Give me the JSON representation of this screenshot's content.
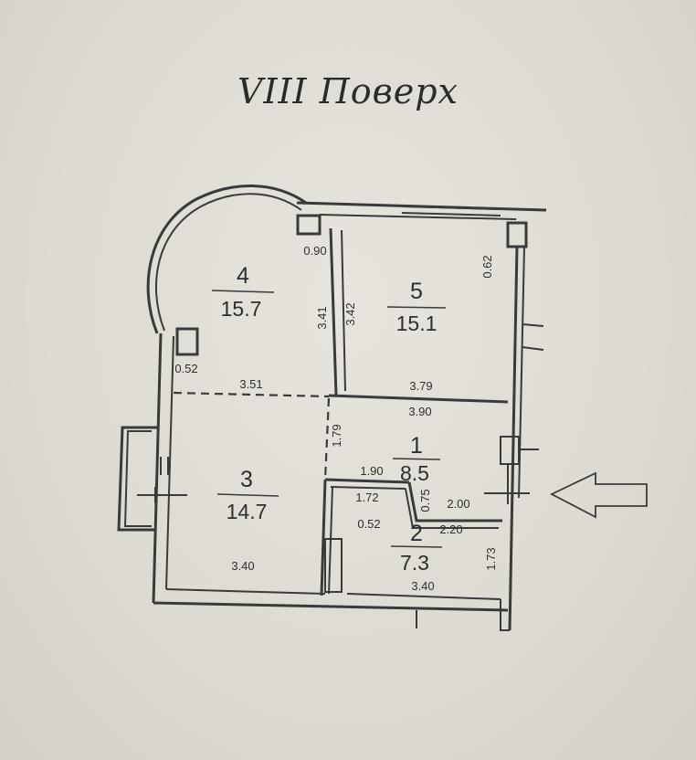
{
  "title": "VIII Поверх",
  "rooms": [
    {
      "number": "4",
      "area": "15.7"
    },
    {
      "number": "5",
      "area": "15.1"
    },
    {
      "number": "1",
      "area": "8.5"
    },
    {
      "number": "3",
      "area": "14.7"
    },
    {
      "number": "2",
      "area": "7.3"
    }
  ],
  "dimensions": {
    "d090": "0.90",
    "d062": "0.62",
    "d341": "3.41",
    "d342": "3.42",
    "d052_top": "0.52",
    "d351": "3.51",
    "d379": "3.79",
    "d390": "3.90",
    "d179": "1.79",
    "d190": "1.90",
    "d075": "0.75",
    "d172": "1.72",
    "d200": "2.00",
    "d052_bottom": "0.52",
    "d220": "2.20",
    "d173": "1.73",
    "d340_left": "3.40",
    "d340_right": "3.40"
  }
}
